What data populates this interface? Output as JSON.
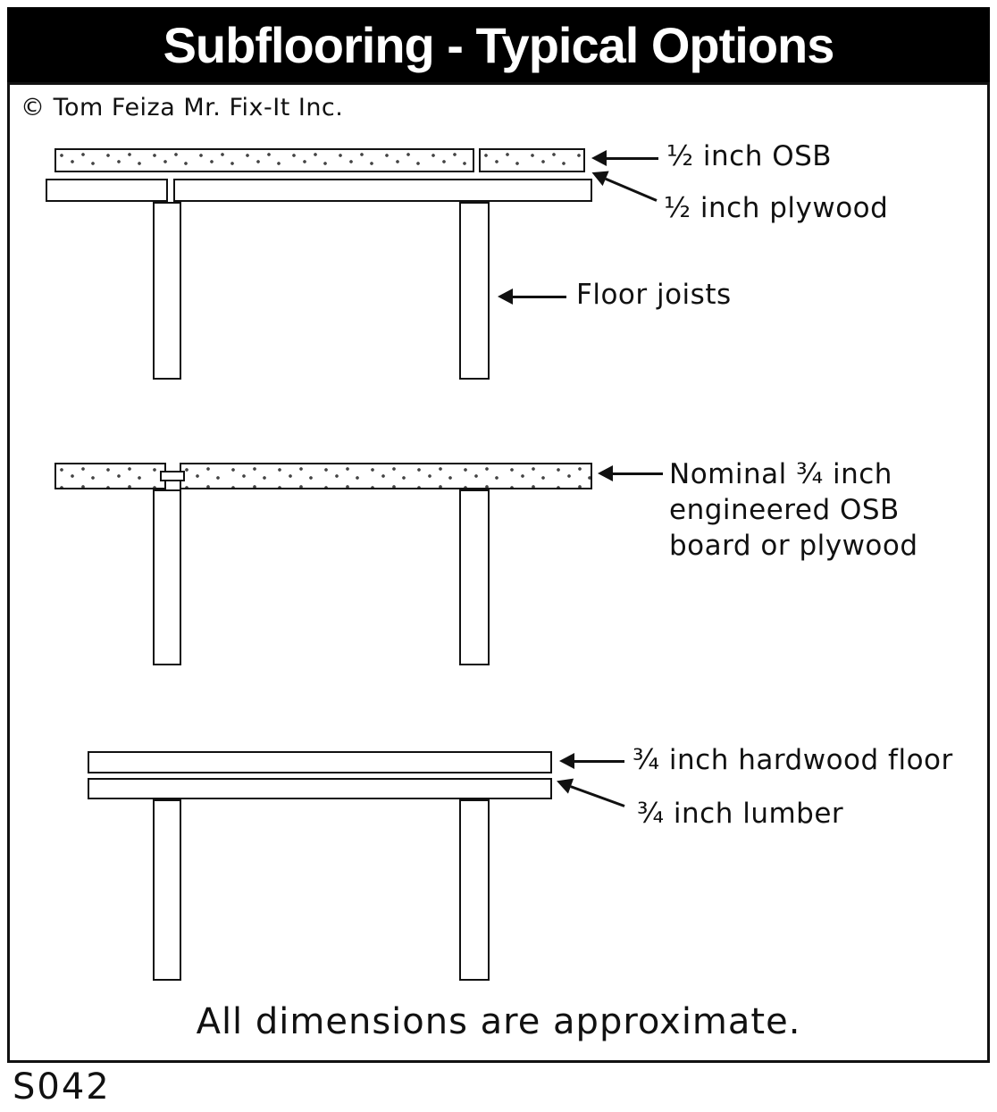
{
  "title": "Subflooring - Typical Options",
  "copyright": "© Tom Feiza Mr. Fix-It Inc.",
  "diagram1": {
    "label_osb": "½ inch OSB",
    "label_plywood": "½ inch plywood",
    "label_joists": "Floor joists"
  },
  "diagram2": {
    "label_line1": "Nominal ¾ inch",
    "label_line2": "engineered OSB",
    "label_line3": "board or plywood"
  },
  "diagram3": {
    "label_hardwood": "¾ inch hardwood floor",
    "label_lumber": "¾ inch lumber"
  },
  "footer": "All dimensions are approximate.",
  "code": "S042",
  "colors": {
    "ink": "#111111",
    "title_bg": "#000000",
    "title_fg": "#ffffff"
  }
}
